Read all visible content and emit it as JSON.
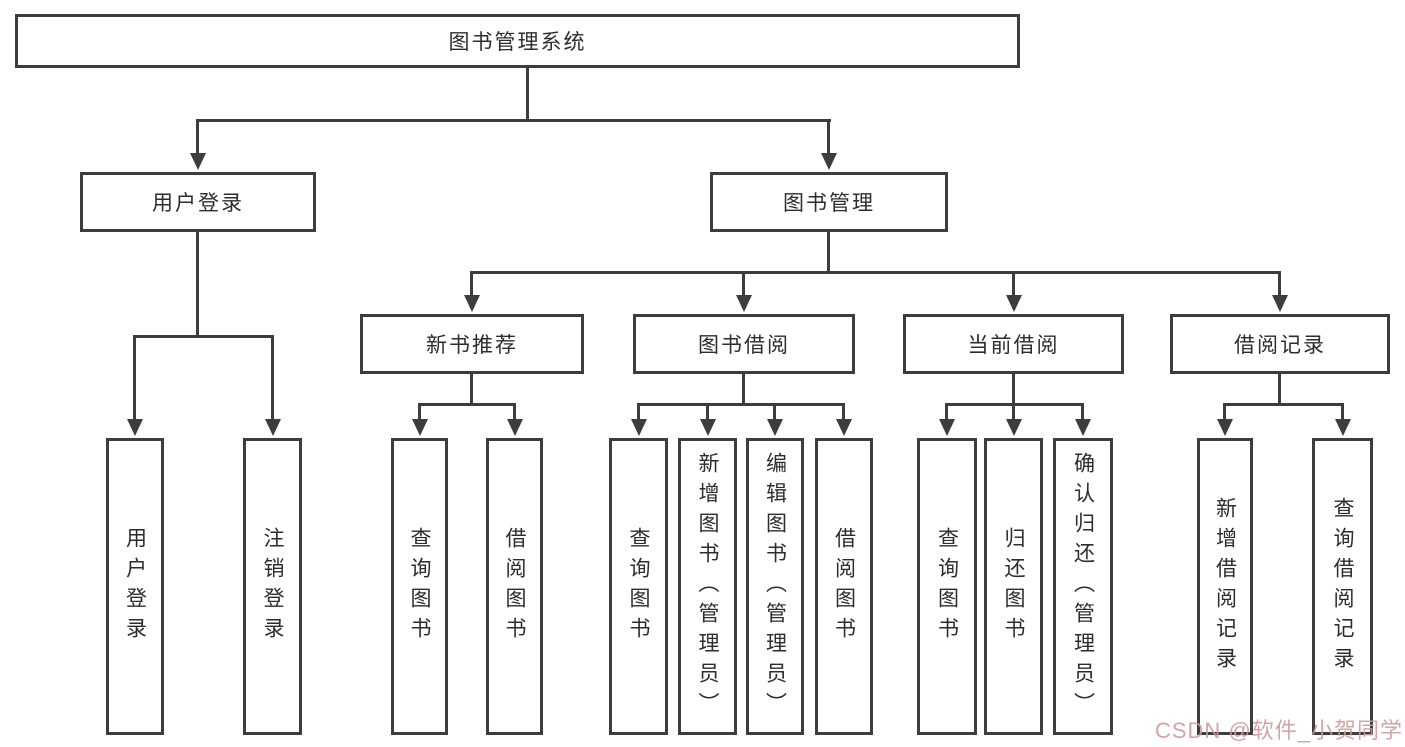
{
  "colors": {
    "line": "#3d3d3d",
    "watermark": "#cf9b9b",
    "background": "#ffffff"
  },
  "root": {
    "label": "图书管理系统"
  },
  "branches": {
    "user_login": {
      "label": "用户登录",
      "children": [
        "用户登录",
        "注销登录"
      ]
    },
    "book_mgmt": {
      "label": "图书管理",
      "sections": {
        "recommend": {
          "label": "新书推荐",
          "children": [
            "查询图书",
            "借阅图书"
          ]
        },
        "borrow": {
          "label": "图书借阅",
          "children": [
            "查询图书",
            "新增图书（管理员）",
            "编辑图书（管理员）",
            "借阅图书"
          ]
        },
        "current": {
          "label": "当前借阅",
          "children": [
            "查询图书",
            "归还图书",
            "确认归还（管理员）"
          ]
        },
        "records": {
          "label": "借阅记录",
          "children": [
            "新增借阅记录",
            "查询借阅记录"
          ]
        }
      }
    }
  },
  "watermark": "CSDN @软件_小贺同学"
}
